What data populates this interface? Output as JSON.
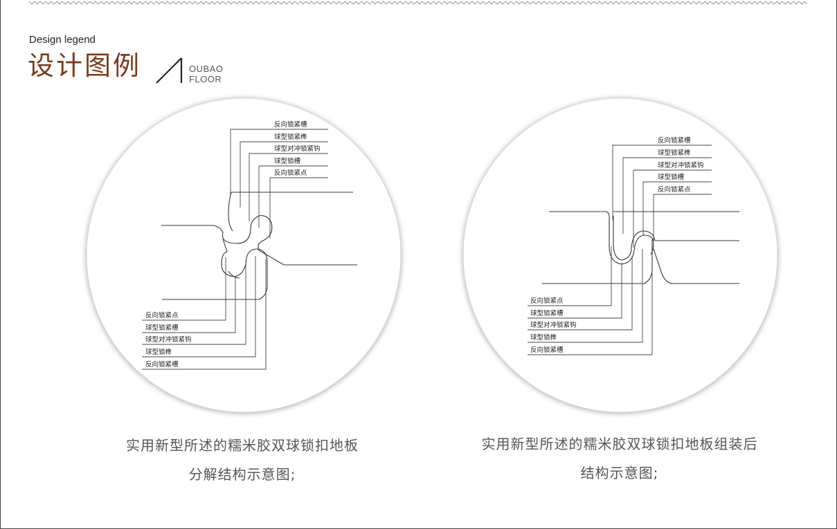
{
  "header": {
    "legend_en": "Design legend",
    "legend_cn": "设计图例",
    "brand_line1": "OUBAO",
    "brand_line2": "FLOOR"
  },
  "left_panel": {
    "top_labels": [
      "反向锁紧槽",
      "球型锁紧榫",
      "球型对冲锁紧钩",
      "球型锁槽",
      "反向锁紧点"
    ],
    "bottom_labels": [
      "反向锁紧点",
      "球型锁紧槽",
      "球型对冲锁紧钩",
      "球型锁榫",
      "反向锁紧槽"
    ],
    "caption_line1": "实用新型所述的糯米胶双球锁扣地板",
    "caption_line2": "分解结构示意图;"
  },
  "right_panel": {
    "top_labels": [
      "反向锁紧槽",
      "球型锁紧榫",
      "球型对冲锁紧钩",
      "球型锁槽",
      "反向锁紧点"
    ],
    "bottom_labels": [
      "反向锁紧点",
      "球型锁紧槽",
      "球型对冲锁紧钩",
      "球型锁榫",
      "反向锁紧槽"
    ],
    "caption_line1": "实用新型所述的糯米胶双球锁扣地板组装后",
    "caption_line2": "结构示意图;"
  },
  "colors": {
    "title_brown": "#7a3b1d",
    "line": "#333333",
    "circle_shadow": "#cfcfcf",
    "caption": "#555555"
  },
  "icons": {
    "arrow_mark": "diagonal-arrow-icon",
    "top_border": "zigzag-border"
  }
}
